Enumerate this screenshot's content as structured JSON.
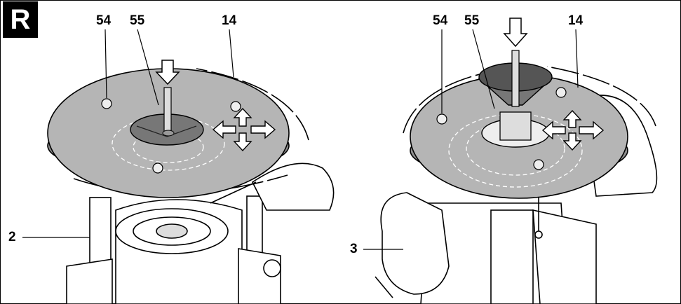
{
  "figure": {
    "badge": "R",
    "left_panel": {
      "callouts": {
        "c54": "54",
        "c55": "55",
        "c14": "14",
        "c2": "2"
      }
    },
    "right_panel": {
      "callouts": {
        "c54": "54",
        "c55": "55",
        "c14": "14",
        "c3": "3"
      }
    }
  },
  "colors": {
    "plate": "#b5b5b5",
    "outline": "#000000",
    "background": "#ffffff",
    "badge": "#000000"
  }
}
